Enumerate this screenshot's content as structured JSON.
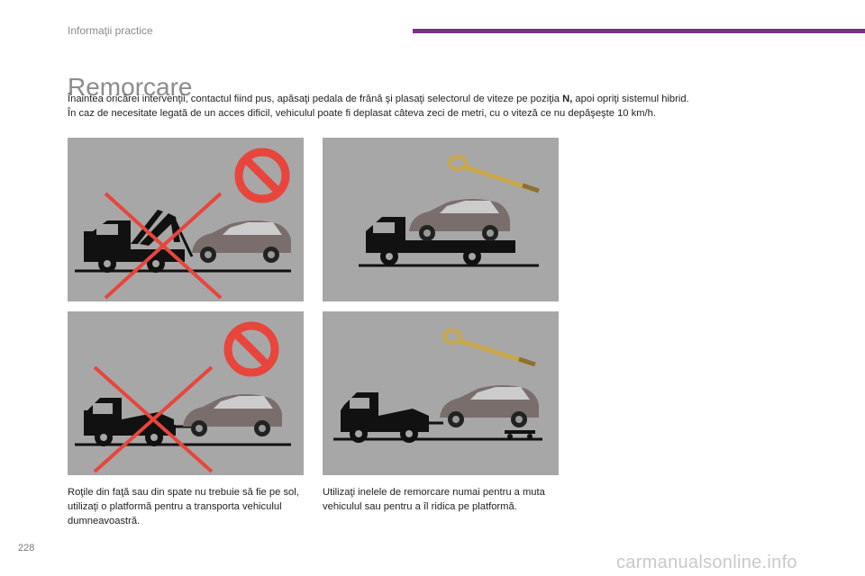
{
  "header": {
    "section_label": "Informaţii practice",
    "accent_color": "#7b2f86"
  },
  "page": {
    "title": "Remorcare",
    "intro_line1_before": "Înaintea oricărei intervenţii, contactul fiind pus, apăsaţi pedala de frână şi plasaţi selectorul de viteze pe poziţia ",
    "intro_line1_bold": "N,",
    "intro_line1_after": " apoi opriţi sistemul hibrid.",
    "intro_line2": "În caz de necesitate legată de un acces dificil, vehiculul poate fi deplasat câteva zeci de metri, cu o viteză ce nu depăşeşte 10 km/h.",
    "page_number": "228"
  },
  "illustrations": [
    {
      "id": "tow-truck-lift-prohibited",
      "icons": [
        "prohibited-icon",
        "red-cross-icon"
      ]
    },
    {
      "id": "flatbed-transport-with-towing-eye",
      "icons": [
        "towing-eye-icon"
      ]
    },
    {
      "id": "tow-bar-prohibited",
      "icons": [
        "prohibited-icon",
        "red-cross-icon"
      ]
    },
    {
      "id": "tow-with-dolly-and-towing-eye",
      "icons": [
        "towing-eye-icon"
      ]
    }
  ],
  "captions": {
    "left": "Roţile din faţă sau din spate nu trebuie să fie pe sol, utilizaţi o platformă pentru a transporta vehiculul dumneavoastră.",
    "right": "Utilizaţi inelele de remorcare numai pentru a muta vehiculul sau pentru a îl ridica pe platformă."
  },
  "watermark": "carmanualsonline.info",
  "colors": {
    "panel_bg": "#a7a7a7",
    "prohibit_red": "#e8453c",
    "truck": "#111111",
    "car": "#7a6e6c"
  }
}
